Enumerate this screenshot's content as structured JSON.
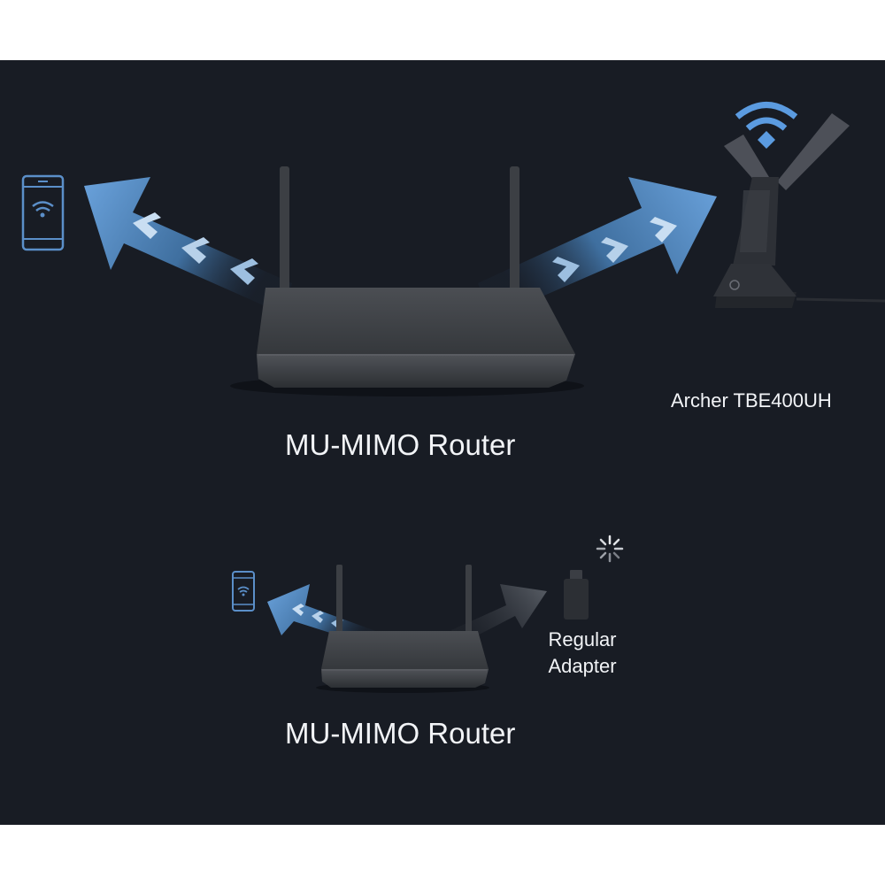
{
  "top_scene": {
    "router_label": "MU-MIMO Router",
    "adapter_label": "Archer TBE400UH"
  },
  "bottom_scene": {
    "router_label": "MU-MIMO Router",
    "adapter_label_line1": "Regular",
    "adapter_label_line2": "Adapter"
  },
  "colors": {
    "background": "#181c24",
    "arrow_blue": "#5a8fc7",
    "arrow_gray": "#4a4f57",
    "device_outline": "#5b8fc9"
  },
  "icons": [
    "smartphone-wifi-icon",
    "wifi-signal-icon",
    "usb-adapter-icon",
    "loading-spinner-icon",
    "router-icon"
  ]
}
